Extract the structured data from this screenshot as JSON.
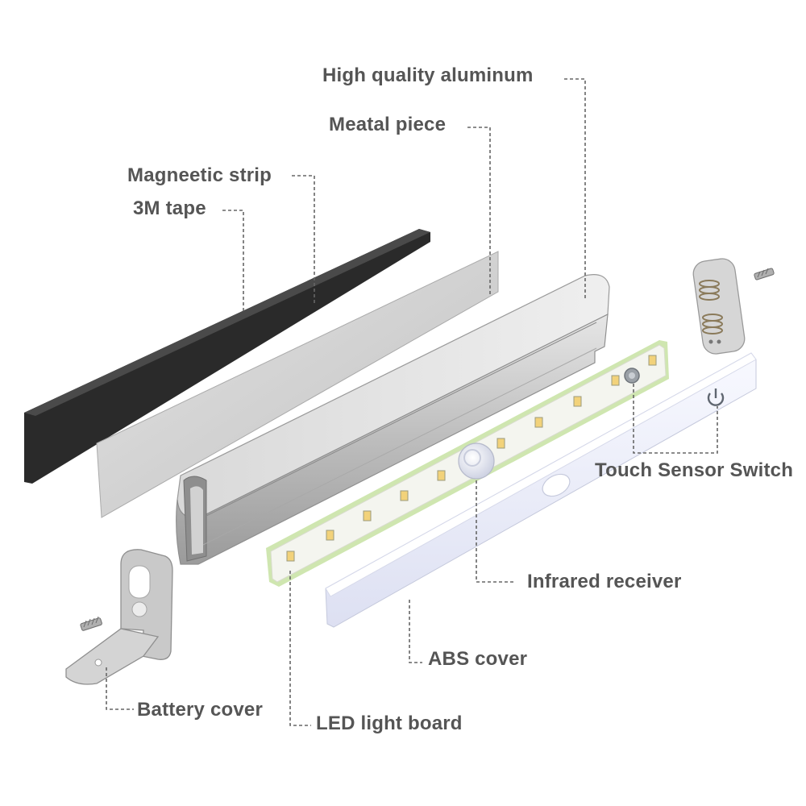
{
  "labels": {
    "aluminum": "High quality aluminum",
    "metal_piece": "Meatal piece",
    "magnetic_strip": "Magneetic strip",
    "tape": "3M tape",
    "touch_switch": "Touch Sensor Switch",
    "infrared": "Infrared receiver",
    "abs_cover": "ABS cover",
    "battery_cover": "Battery cover",
    "led_board": "LED light board"
  },
  "colors": {
    "label_text": "#555555",
    "leader_line": "#666666",
    "black_strip": "#2a2a2a",
    "metal_sheet": "#c9c9c9",
    "aluminum": "#b8b8b8",
    "led_board": "#f4f5ef",
    "led_chip": "#f2d27a",
    "abs_cover": "#eef0fb"
  },
  "icons": [
    "power-icon",
    "screw-icon",
    "spring-icon"
  ]
}
